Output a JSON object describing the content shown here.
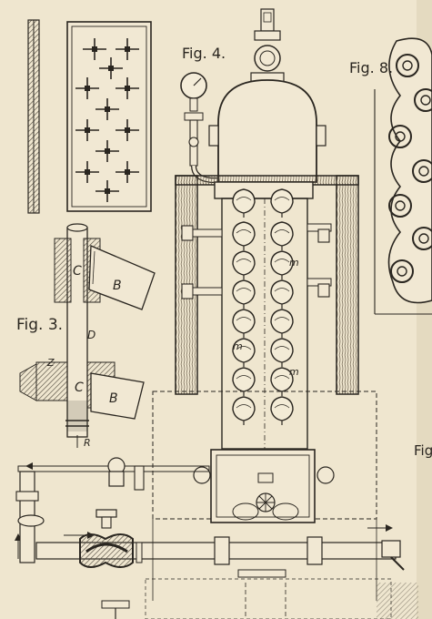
{
  "plate": {
    "paper_color": "#efe6cf",
    "ink_color": "#2a2620",
    "hatch_color": "#5a5245"
  },
  "figure_labels": {
    "fig4": "Fig. 4.",
    "fig8": "Fig. 8.",
    "fig3": "Fig. 3.",
    "fig_partial": "Fig"
  },
  "letters": {
    "C_top": "C",
    "B_top": "B",
    "D": "D",
    "Z": "Z",
    "C_bottom": "C",
    "B_bottom": "B",
    "R": "R",
    "m1": "m",
    "m2": "m",
    "m3": "m"
  }
}
